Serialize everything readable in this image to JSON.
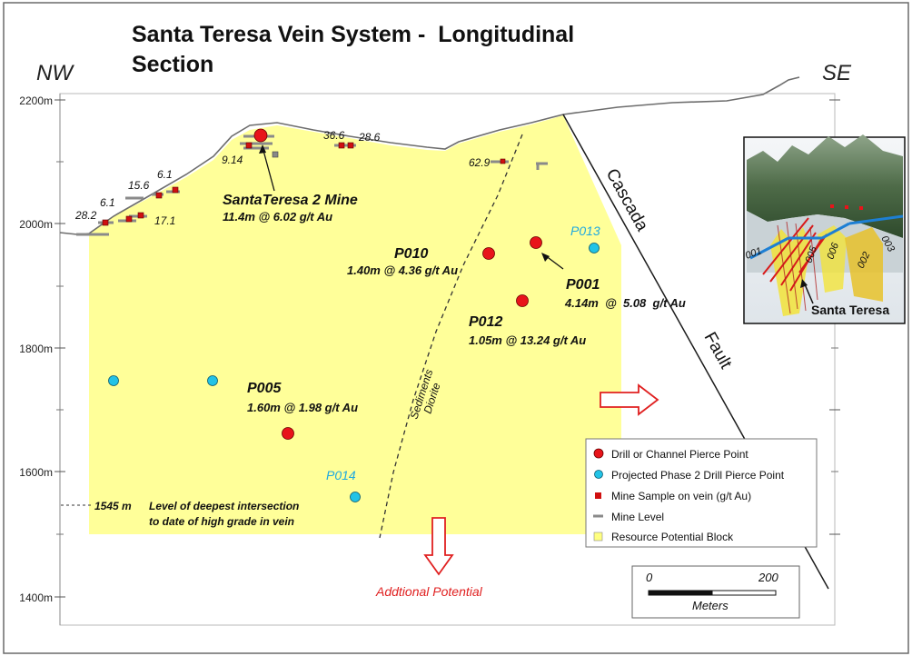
{
  "title": {
    "line1": "Santa Teresa Vein System -  Longitudinal",
    "line2": "Section"
  },
  "directions": {
    "left": "NW",
    "right": "SE"
  },
  "elevations": [
    "2200m",
    "2000m",
    "1800m",
    "1600m",
    "1400m"
  ],
  "fault": {
    "word1": "Cascada",
    "word2": "Fault"
  },
  "contact": {
    "upper": "Sediments",
    "lower": "Diorite"
  },
  "mine_samples": [
    "28.2",
    "6.1",
    "15.6",
    "6.1",
    "17.1",
    "9.14",
    "36.6",
    "28.6",
    "62.9"
  ],
  "mine": {
    "name": "SantaTeresa 2 Mine",
    "result": "11.4m @ 6.02 g/t Au"
  },
  "holes": {
    "p010": {
      "name": "P010",
      "result": "1.40m @ 4.36 g/t Au"
    },
    "p001": {
      "name": "P001",
      "result": "4.14m  @  5.08  g/t Au"
    },
    "p012": {
      "name": "P012",
      "result": "1.05m @ 13.24 g/t Au"
    },
    "p005": {
      "name": "P005",
      "result": "1.60m @ 1.98 g/t Au"
    },
    "p013": {
      "name": "P013"
    },
    "p014": {
      "name": "P014"
    }
  },
  "deepest": {
    "level": "1545 m",
    "line1": "Level of deepest intersection",
    "line2": "to date of high grade in vein"
  },
  "additional_potential": "Addtional Potential",
  "legend": [
    {
      "label": "Drill or Channel Pierce Point",
      "color": "#e8141a",
      "symbol": "circle"
    },
    {
      "label": "Projected Phase 2 Drill Pierce Point",
      "color": "#22c3e6",
      "symbol": "circle"
    },
    {
      "label": "Mine Sample on vein (g/t Au)",
      "color": "#d01010",
      "symbol": "square"
    },
    {
      "label": "Mine Level",
      "color": "#8a8a8a",
      "symbol": "dash"
    },
    {
      "label": "Resource Potential Block",
      "color": "#ffff80",
      "symbol": "box"
    }
  ],
  "scale": {
    "min": "0",
    "max": "200",
    "unit": "Meters"
  },
  "inset": {
    "label": "Santa Teresa",
    "veins": [
      "001",
      "005",
      "006",
      "002",
      "003"
    ]
  },
  "colors": {
    "block": "#ffff99",
    "drill": "#e8141a",
    "projected": "#22c3e6",
    "projected_text": "#1fa9e0",
    "arrow": "#e02020"
  }
}
